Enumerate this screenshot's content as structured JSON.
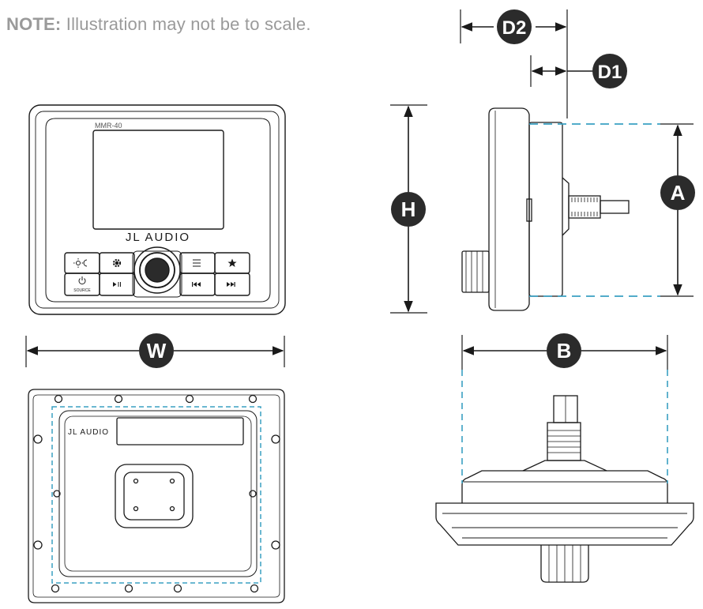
{
  "note": {
    "label": "NOTE:",
    "text": "Illustration may not be to scale."
  },
  "front_view": {
    "model": "MMR-40",
    "brand": "JL AUDIO",
    "button_labels": {
      "source": "SOURCE"
    }
  },
  "rear_view": {
    "brand": "JL AUDIO"
  },
  "dimensions": {
    "w": "W",
    "h": "H",
    "a": "A",
    "b": "B",
    "d1": "D1",
    "d2": "D2"
  },
  "colors": {
    "outline": "#1a1a1a",
    "badge": "#2b2b2b",
    "dashed": "#3aa0c2",
    "note": "#9a9a9a"
  },
  "icons": [
    "sun-moon-icon",
    "gear-icon",
    "menu-icon",
    "star-icon",
    "power-icon",
    "play-pause-icon",
    "previous-icon",
    "next-icon"
  ]
}
